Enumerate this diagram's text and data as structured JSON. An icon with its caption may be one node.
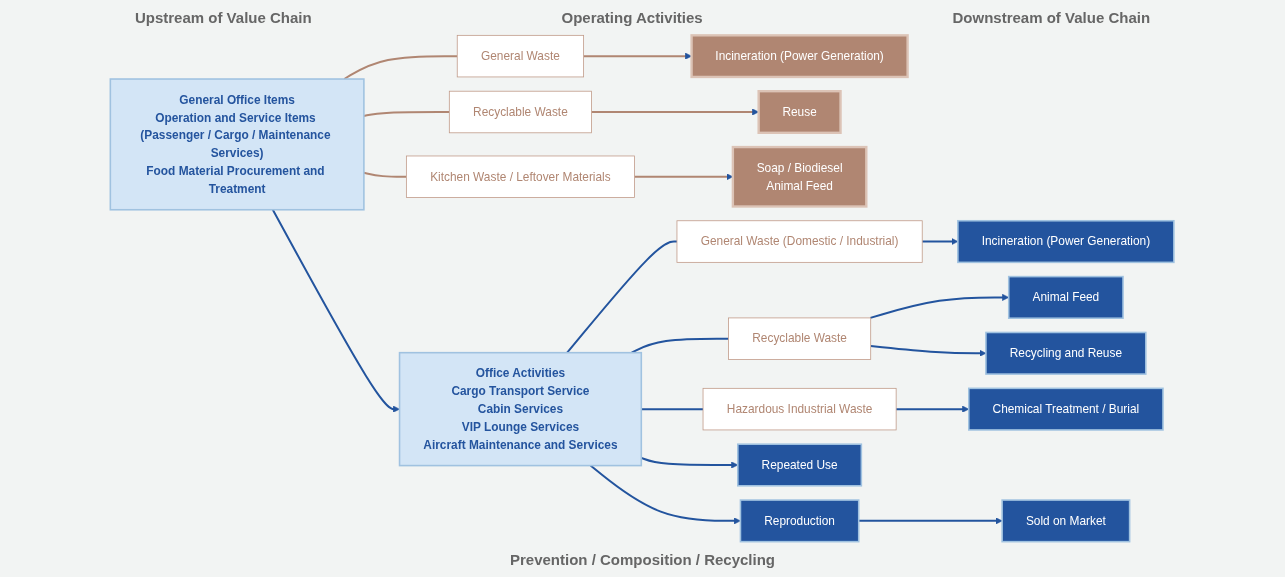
{
  "diagram": {
    "nodes": [
      {
        "text": [
          "General Office Items",
          "Operation and Service Items (Passenger / Cargo / Maintenance Services)",
          "Food Material Procurement and Treatment"
        ]
      },
      {
        "text": [
          "General Waste"
        ]
      },
      {
        "text": [
          "Recyclable Waste"
        ]
      },
      {
        "text": [
          "Kitchen Waste / Leftover Materials"
        ]
      },
      {
        "text": [
          "Incineration (Power Generation)"
        ]
      },
      {
        "text": [
          "Reuse"
        ]
      },
      {
        "text": [
          "Soap / Biodiesel",
          "Animal Feed"
        ]
      },
      {
        "text": [
          "Office Activities",
          "Cargo Transport Service",
          "Cabin Services",
          "VIP Lounge Services",
          "Aircraft Maintenance and Services"
        ]
      },
      {
        "text": [
          "General Waste (Domestic / Industrial)"
        ]
      },
      {
        "text": [
          "Recyclable Waste"
        ]
      },
      {
        "text": [
          "Hazardous Industrial Waste"
        ]
      },
      {
        "text": [
          "Incineration (Power Generation)"
        ]
      },
      {
        "text": [
          "Animal Feed"
        ]
      },
      {
        "text": [
          "Recycling and Reuse"
        ]
      },
      {
        "text": [
          "Chemical Treatment / Burial"
        ]
      },
      {
        "text": [
          "Repeated Use"
        ]
      },
      {
        "text": [
          "Reproduction"
        ]
      },
      {
        "text": [
          "Sold on Market"
        ]
      }
    ],
    "edges": [
      {
        "from": 0,
        "to": 7,
        "arrow": "to"
      },
      {
        "from": 0,
        "to": 1,
        "arrow": "none",
        "color": "#b08672"
      },
      {
        "from": 1,
        "to": 4,
        "arrow": "to",
        "color": "#b08672"
      },
      {
        "from": 0,
        "to": 2,
        "arrow": "none",
        "color": "#b08672"
      },
      {
        "from": 2,
        "to": 5,
        "arrow": "to",
        "color": "#b08672"
      },
      {
        "from": 0,
        "to": 3,
        "arrow": "none",
        "color": "#b08672"
      },
      {
        "from": 3,
        "to": 6,
        "arrow": "to",
        "color": "#b08672"
      },
      {
        "from": 7,
        "to": 8,
        "arrow": "none"
      },
      {
        "from": 8,
        "to": 11,
        "arrow": "to"
      },
      {
        "from": 7,
        "to": 9,
        "arrow": "none"
      },
      {
        "from": 9,
        "to": 12,
        "arrow": "to"
      },
      {
        "from": 9,
        "to": 13,
        "arrow": "to"
      },
      {
        "from": 7,
        "to": 10,
        "arrow": "none"
      },
      {
        "from": 10,
        "to": 14,
        "arrow": "to"
      },
      {
        "from": 7,
        "to": 15,
        "arrow": "to"
      },
      {
        "from": 7,
        "to": 16,
        "arrow": "to"
      },
      {
        "from": 16,
        "to": 17,
        "arrow": "to"
      }
    ],
    "labels": [
      "Upstream of Value Chain",
      "Operating Activities",
      "Downstream of Value Chain",
      "Prevention / Composition / Recycling"
    ]
  }
}
